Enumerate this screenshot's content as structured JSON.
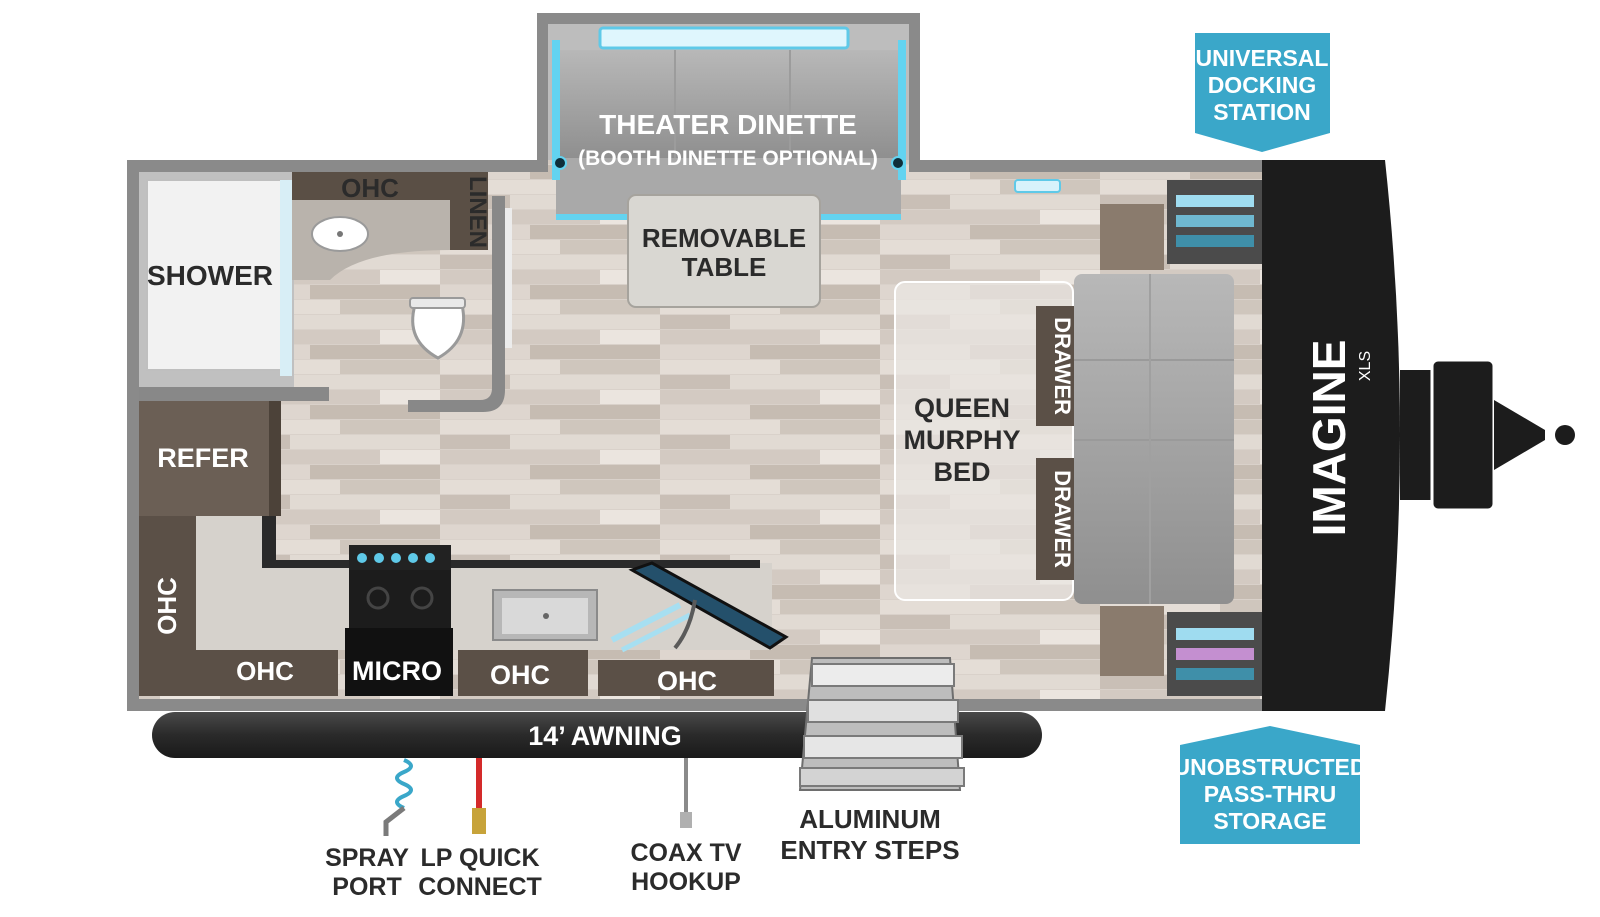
{
  "colors": {
    "floor": "#d8d0c8",
    "wall": "#7a7a7a",
    "cabinet": "#6b5f55",
    "callout": "#3aa7c9",
    "hitch": "#1f1f1f",
    "led": "#7fd8f0"
  },
  "rooms": {
    "theater_dinette": "THEATER DINETTE",
    "dinette_optional": "(BOOTH DINETTE OPTIONAL)",
    "removable_table_1": "REMOVABLE",
    "removable_table_2": "TABLE",
    "shower": "SHOWER",
    "ohc_bath": "OHC",
    "linen": "LINEN",
    "refer": "REFER",
    "queen_1": "QUEEN",
    "queen_2": "MURPHY",
    "queen_3": "BED",
    "drawer_top": "DRAWER",
    "drawer_bottom": "DRAWER",
    "ohc_side": "OHC",
    "ohc_1": "OHC",
    "micro": "MICRO",
    "ohc_2": "OHC",
    "ohc_3": "OHC",
    "awning": "14’ AWNING",
    "brand": "IMAGINE",
    "brand_sub": "XLS"
  },
  "callouts": {
    "docking_1": "UNIVERSAL",
    "docking_2": "DOCKING",
    "docking_3": "STATION",
    "storage_1": "UNOBSTRUCTED",
    "storage_2": "PASS-THRU",
    "storage_3": "STORAGE"
  },
  "exterior": {
    "spray_1": "SPRAY",
    "spray_2": "PORT",
    "lp_1": "LP QUICK",
    "lp_2": "CONNECT",
    "coax_1": "COAX TV",
    "coax_2": "HOOKUP",
    "steps_1": "ALUMINUM",
    "steps_2": "ENTRY STEPS"
  }
}
